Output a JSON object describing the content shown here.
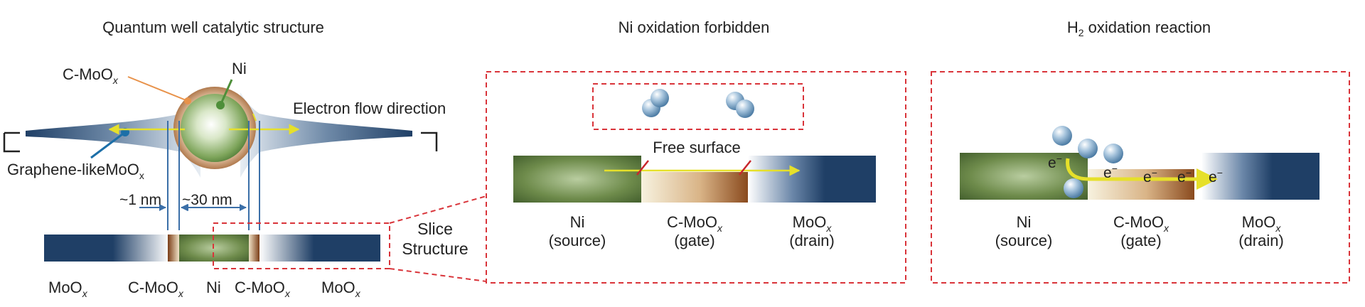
{
  "panel_left": {
    "title": "Quantum well catalytic structure",
    "labels": {
      "cmo_base": "C-MoO",
      "cmo_sub": "x",
      "ni": "Ni",
      "electron_flow": "Electron flow direction",
      "graphene_base": "Graphene-likeMoO",
      "graphene_sub": "x",
      "dim_1nm": "~1 nm",
      "dim_30nm": "~30 nm",
      "slice_line1": "Slice",
      "slice_line2": "Structure"
    },
    "bottom_labels": [
      {
        "base": "MoO",
        "sub": "x"
      },
      {
        "base": "C-MoO",
        "sub": "x"
      },
      {
        "base": "Ni",
        "sub": ""
      },
      {
        "base": "C-MoO",
        "sub": "x"
      },
      {
        "base": "MoO",
        "sub": "x"
      }
    ]
  },
  "panel_middle": {
    "title": "Ni oxidation forbidden",
    "free_surface": "Free surface",
    "labels": [
      {
        "line1": "Ni",
        "line1_sub": "",
        "line2": "(source)"
      },
      {
        "line1": "C-MoO",
        "line1_sub": "x",
        "line2": "(gate)"
      },
      {
        "line1": "MoO",
        "line1_sub": "x",
        "line2": "(drain)"
      }
    ]
  },
  "panel_right": {
    "title_base": "H",
    "title_sub": "2",
    "title_rest": " oxidation reaction",
    "electron": "e",
    "electron_sup": "−",
    "labels": [
      {
        "line1": "Ni",
        "line1_sub": "",
        "line2": "(source)"
      },
      {
        "line1": "C-MoO",
        "line1_sub": "x",
        "line2": "(gate)"
      },
      {
        "line1": "MoO",
        "line1_sub": "x",
        "line2": "(drain)"
      }
    ]
  },
  "colors": {
    "navy": "#1f3f66",
    "ni_green": "#4f6b35",
    "cmo_brown": "#8a4a1e",
    "dashed_red": "#d9343a",
    "arrow_yellow": "#e6e02a",
    "dimension_blue": "#3b6fa8",
    "orange_pointer": "#e8924a"
  }
}
